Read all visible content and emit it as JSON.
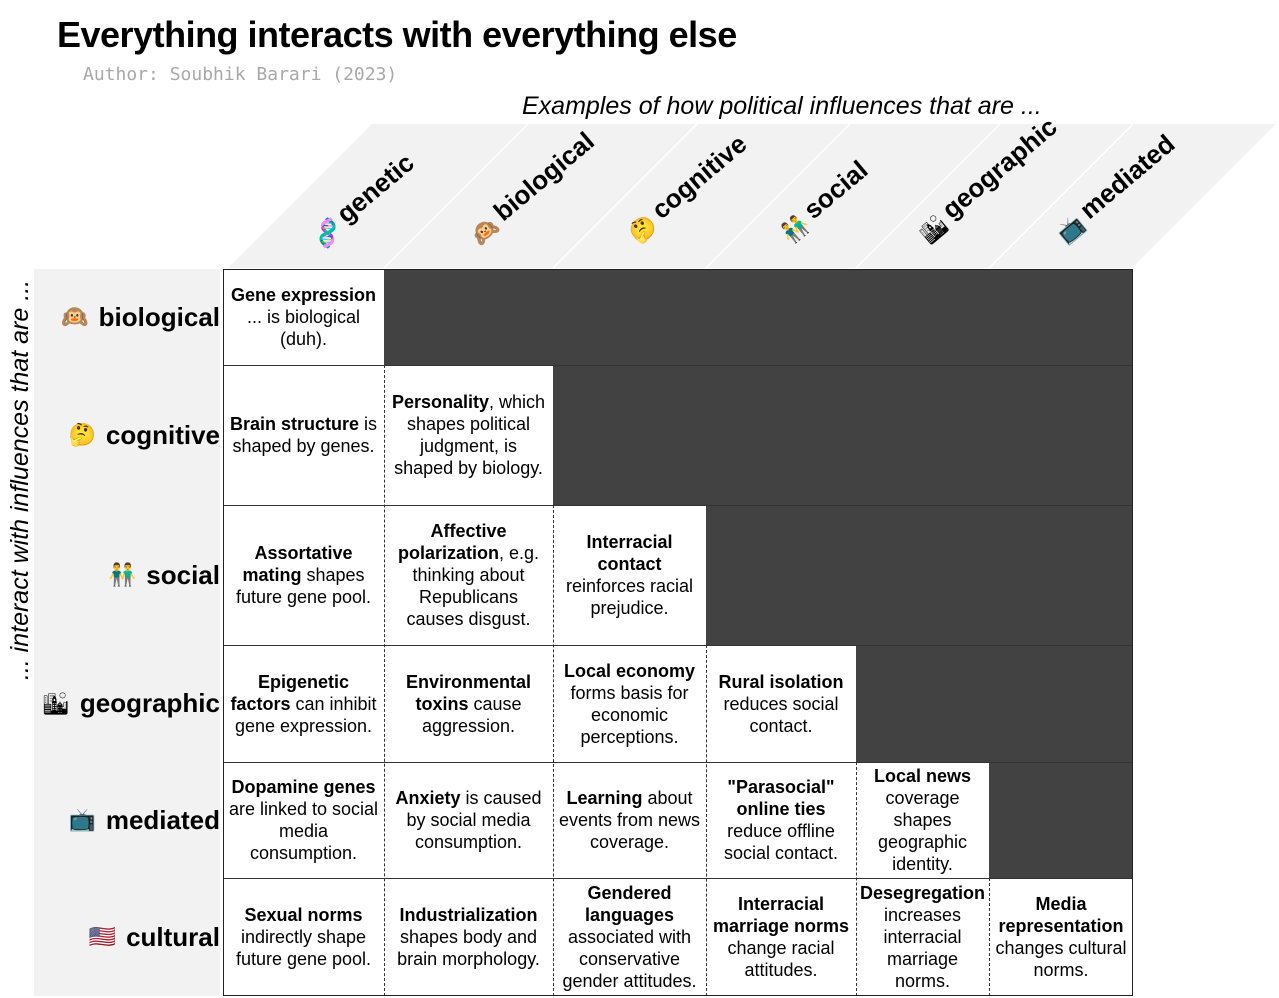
{
  "title": "Everything interacts with everything else",
  "author": "Author: Soubhik Barari (2023)",
  "subtitle": "Examples of how political influences that are ...",
  "side_caption": "... interact with influences that are ...",
  "columns": [
    {
      "label": "genetic",
      "icon": "🧬"
    },
    {
      "label": "biological",
      "icon": "🙉"
    },
    {
      "label": "cognitive",
      "icon": "🤔"
    },
    {
      "label": "social",
      "icon": "👬"
    },
    {
      "label": "geographic",
      "icon": "🏙"
    },
    {
      "label": "mediated",
      "icon": "📺"
    }
  ],
  "rows": [
    {
      "label": "biological",
      "icon": "🙉"
    },
    {
      "label": "cognitive",
      "icon": "🤔"
    },
    {
      "label": "social",
      "icon": "👬"
    },
    {
      "label": "geographic",
      "icon": "🏙"
    },
    {
      "label": "mediated",
      "icon": "📺"
    },
    {
      "label": "cultural",
      "icon": "🇺🇸"
    }
  ],
  "cells": {
    "r0c0": {
      "bold": "Gene expression",
      "rest": "... is biological (duh)."
    },
    "r1c0": {
      "bold": "Brain structure",
      "rest": "is shaped by genes."
    },
    "r1c1": {
      "bold": "Personality",
      "rest": ", which shapes political judgment, is shaped by biology."
    },
    "r2c0": {
      "bold": "Assortative mating",
      "rest": "shapes future gene pool."
    },
    "r2c1": {
      "bold": "Affective polarization",
      "rest": ", e.g. thinking about Republicans causes disgust."
    },
    "r2c2": {
      "bold": "Interracial contact",
      "rest": "reinforces racial prejudice."
    },
    "r3c0": {
      "bold": "Epigenetic factors",
      "rest": "can inhibit gene expression."
    },
    "r3c1": {
      "bold": "Environmental toxins",
      "rest": "cause aggression."
    },
    "r3c2": {
      "bold": "Local economy",
      "rest": "forms basis for economic perceptions."
    },
    "r3c3": {
      "bold": "Rural isolation",
      "rest": "reduces social contact."
    },
    "r4c0": {
      "bold": "Dopamine genes",
      "rest": "are linked to social media consumption."
    },
    "r4c1": {
      "bold": "Anxiety",
      "rest": "is caused by social media consumption."
    },
    "r4c2": {
      "bold": "Learning",
      "rest": "about events from news coverage."
    },
    "r4c3": {
      "bold": "\"Parasocial\" online ties",
      "rest": "reduce offline social contact."
    },
    "r4c4": {
      "bold": "Local news",
      "rest": "coverage shapes geographic identity."
    },
    "r5c0": {
      "bold": "Sexual norms",
      "rest": "indirectly shape future gene pool."
    },
    "r5c1": {
      "bold": "Industrialization",
      "rest": "shapes body and brain morphology."
    },
    "r5c2": {
      "bold": "Gendered languages",
      "rest": "associated with conservative gender attitudes."
    },
    "r5c3": {
      "bold": "Interracial marriage norms",
      "rest": "change racial attitudes."
    },
    "r5c4": {
      "bold": "Desegregation",
      "rest": "increases interracial marriage norms."
    },
    "r5c5": {
      "bold": "Media representation",
      "rest": "changes cultural norms."
    }
  }
}
